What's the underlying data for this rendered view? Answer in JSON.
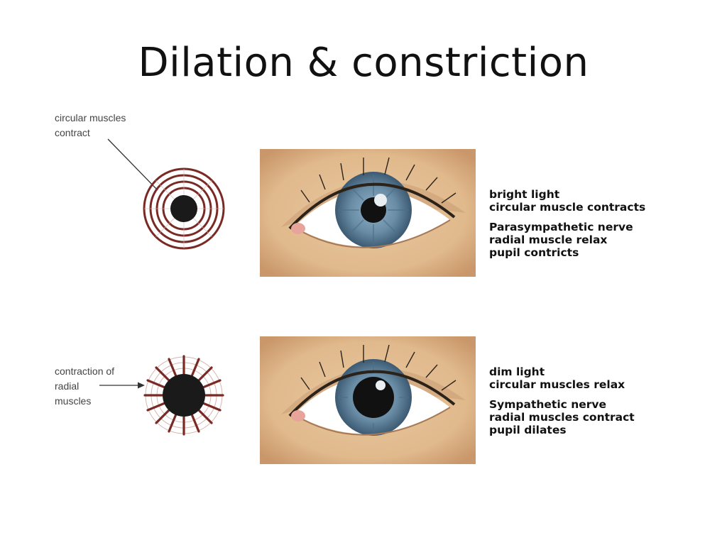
{
  "title": "Dilation & constriction",
  "constriction": {
    "diagram_label": "circular muscles\ncontract",
    "condition": "bright light",
    "muscle_state": "circular muscle contracts",
    "nerve": "Parasympathetic nerve",
    "radial_state": "radial muscle relax",
    "pupil_result": "pupil contricts"
  },
  "dilation": {
    "diagram_label": "contraction of\nradial\nmuscles",
    "condition": "dim light",
    "muscle_state": "circular muscles relax",
    "nerve": "Sympathetic nerve",
    "radial_state": "radial muscles contract",
    "pupil_result": "pupil dilates"
  },
  "colors": {
    "skin": "#e3bf95",
    "muscle": "#7a2a25",
    "pupil": "#1a1a1a",
    "iris": "#5e7f98"
  }
}
